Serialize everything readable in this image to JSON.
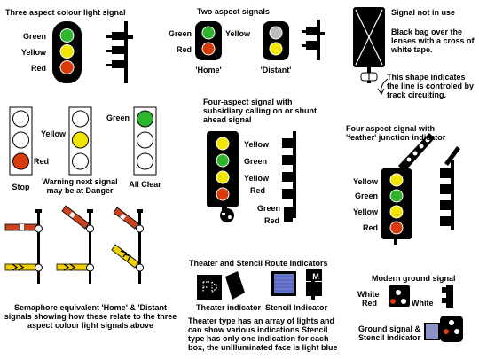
{
  "three_aspect": {
    "title": "Three aspect colour light signal",
    "green": "Green",
    "yellow": "Yellow",
    "red": "Red"
  },
  "two_aspect": {
    "title": "Two aspect signals",
    "green": "Green",
    "red": "Red",
    "yellow": "Yellow",
    "home": "'Home'",
    "distant": "'Distant'"
  },
  "not_in_use": {
    "title": "Signal not in use",
    "text": "Black bag over the lenses with a cross of white tape.",
    "track_circuit": "This shape indicates the line is controled by track circuiting."
  },
  "indications": {
    "green": "Green",
    "yellow": "Yellow",
    "red": "Red",
    "stop": "Stop",
    "warning": "Warning next signal may be at Danger",
    "clear": "All Clear"
  },
  "four_aspect_sub": {
    "title": "Four-aspect signal with subsidiary calling on or shunt ahead signal",
    "yellow1": "Yellow",
    "green": "Green",
    "yellow2": "Yellow",
    "red": "Red",
    "green_sub": "Green",
    "red_sub": "Red"
  },
  "four_aspect_feather": {
    "title": "Four aspect signal with 'feather' junction indicator",
    "yellow1": "Yellow",
    "green": "Green",
    "yellow2": "Yellow",
    "red": "Red"
  },
  "semaphore": {
    "caption": "Semaphore equivalent 'Home' & 'Distant signals showing how these relate to the three aspect colour light signals above"
  },
  "route_indicators": {
    "title": "Theater and Stencil Route Indicators",
    "theater": "Theater indicator",
    "stencil": "Stencil Indicator",
    "stencil_letter": "M",
    "caption": "Theater type has an array of lights and can show various indications  Stencil type has only one  indication for each box, the unilluminated face is light blue"
  },
  "ground": {
    "title": "Modern ground signal",
    "white_left": "White",
    "red": "Red",
    "white_right": "White",
    "combo": "Ground signal & Stencil indicator"
  },
  "colors": {
    "green": "#2db52d",
    "yellow": "#f2e600",
    "red": "#d93a0a",
    "black": "#000000",
    "semaphore_red": "#c8421e",
    "semaphore_yellow": "#f0d000",
    "stencil_blue": "#6a78d0"
  }
}
